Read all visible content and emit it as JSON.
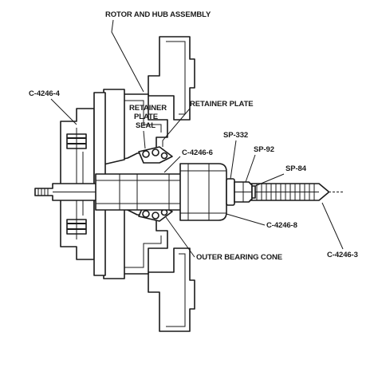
{
  "labels": {
    "rotor_hub": "ROTOR AND HUB ASSEMBLY",
    "c4246_4": "C-4246-4",
    "retainer_plate_seal_1": "RETAINER",
    "retainer_plate_seal_2": "PLATE",
    "retainer_plate_seal_3": "SEAL",
    "retainer_plate": "RETAINER PLATE",
    "c4246_6": "C-4246-6",
    "sp332": "SP-332",
    "sp92": "SP-92",
    "sp84": "SP-84",
    "c4246_8": "C-4246-8",
    "outer_bearing_cone": "OUTER BEARING CONE",
    "c4246_3": "C-4246-3"
  }
}
